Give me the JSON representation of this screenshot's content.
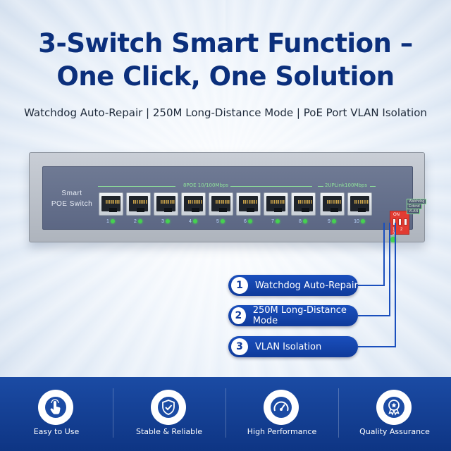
{
  "headline": {
    "line1": "3-Switch Smart Function –",
    "line2": "One Click, One Solution"
  },
  "subline": "Watchdog Auto-Repair | 250M Long-Distance Mode | PoE Port VLAN Isolation",
  "device": {
    "title_line1": "Smart",
    "title_line2": "POE Switch",
    "poe_group_label": "8POE 10/100Mbps",
    "uplink_group_label": "2UPLink100Mbps",
    "ports": [
      "1",
      "2",
      "3",
      "4",
      "5",
      "6",
      "7",
      "8",
      "9",
      "10"
    ],
    "dip_on": "ON",
    "dip_numbers": "1 2 3",
    "dip_labels": [
      "Watchdog",
      "Extend",
      "VLAN"
    ],
    "power_label": "Power"
  },
  "callouts": [
    {
      "number": "1",
      "label": "Watchdog Auto-Repair"
    },
    {
      "number": "2",
      "label": "250M Long-Distance Mode"
    },
    {
      "number": "3",
      "label": "VLAN Isolation"
    }
  ],
  "features": [
    {
      "label": "Easy to Use",
      "icon": "hand-pointer-icon"
    },
    {
      "label": "Stable & Reliable",
      "icon": "shield-check-icon"
    },
    {
      "label": "High Performance",
      "icon": "speedometer-icon"
    },
    {
      "label": "Quality Assurance",
      "icon": "award-badge-icon"
    }
  ],
  "colors": {
    "headline": "#0b2f7c",
    "band": "#1b4ba4",
    "led_green": "#45d24f",
    "dip_red": "#e23b32"
  }
}
